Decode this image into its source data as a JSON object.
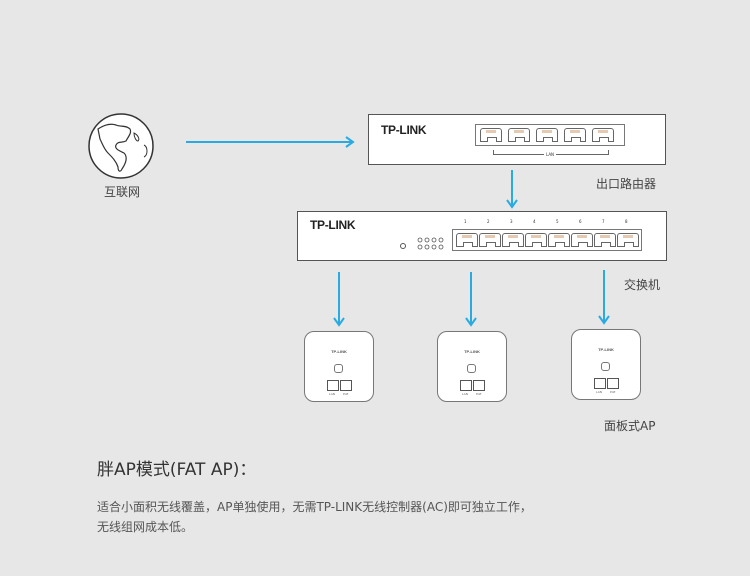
{
  "nodes": {
    "internet": {
      "label": "互联网",
      "icon": "globe-icon"
    },
    "router": {
      "label": "出口路由器",
      "brand": "TP-LINK",
      "port_group_label": "LAN",
      "port_count": 5
    },
    "switch": {
      "label": "交换机",
      "brand": "TP-LINK",
      "port_numbers": [
        "1",
        "2",
        "3",
        "4",
        "5",
        "6",
        "7",
        "8"
      ]
    },
    "ap": {
      "label": "面板式AP",
      "brand": "TP-LINK",
      "count": 3,
      "port_labels": [
        "LAN",
        "PoE"
      ]
    }
  },
  "colors": {
    "arrow": "#29abe2",
    "background": "#e7e7e8"
  },
  "text": {
    "heading": "胖AP模式(FAT AP)：",
    "description_line1": "适合小面积无线覆盖，AP单独使用，无需TP-LINK无线控制器(AC)即可独立工作，",
    "description_line2": "无线组网成本低。"
  }
}
